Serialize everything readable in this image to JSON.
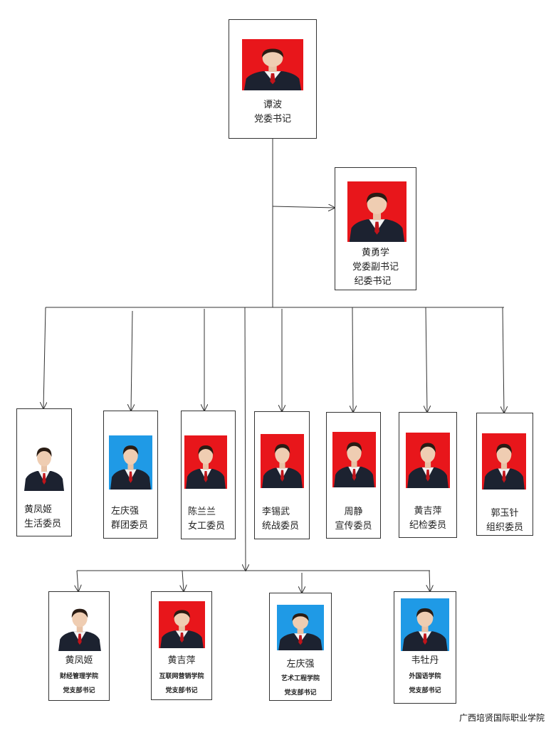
{
  "colors": {
    "red_bg": "#e8161b",
    "blue_bg": "#1f9ae6",
    "suit": "#1c2230",
    "line": "#333333"
  },
  "top": {
    "name": "谭波",
    "title": "党委书记",
    "photo_bg": "red"
  },
  "deputy": {
    "name": "黄勇学",
    "title1": "党委副书记",
    "title2": "纪委书记",
    "photo_bg": "red"
  },
  "committee": [
    {
      "name": "黄凤姬",
      "role": "生活委员",
      "photo_bg": "white"
    },
    {
      "name": "左庆强",
      "role": "群团委员",
      "photo_bg": "blue"
    },
    {
      "name": "陈兰兰",
      "role": "女工委员",
      "photo_bg": "red"
    },
    {
      "name": "李锡武",
      "role": "统战委员",
      "photo_bg": "red"
    },
    {
      "name": "周静",
      "role": "宣传委员",
      "photo_bg": "red"
    },
    {
      "name": "黄吉萍",
      "role": "纪检委员",
      "photo_bg": "red"
    },
    {
      "name": "郭玉针",
      "role": "组织委员",
      "photo_bg": "red"
    }
  ],
  "branches": [
    {
      "name": "黄凤姬",
      "college": "财经管理学院",
      "role": "党支部书记",
      "photo_bg": "white"
    },
    {
      "name": "黄吉萍",
      "college": "互联网营销学院",
      "role": "党支部书记",
      "photo_bg": "red"
    },
    {
      "name": "左庆强",
      "college": "艺术工程学院",
      "role": "党支部书记",
      "photo_bg": "blue"
    },
    {
      "name": "韦牡丹",
      "college": "外国语学院",
      "role": "党支部书记",
      "photo_bg": "blue"
    }
  ],
  "footer": "广西培贤国际职业学院"
}
